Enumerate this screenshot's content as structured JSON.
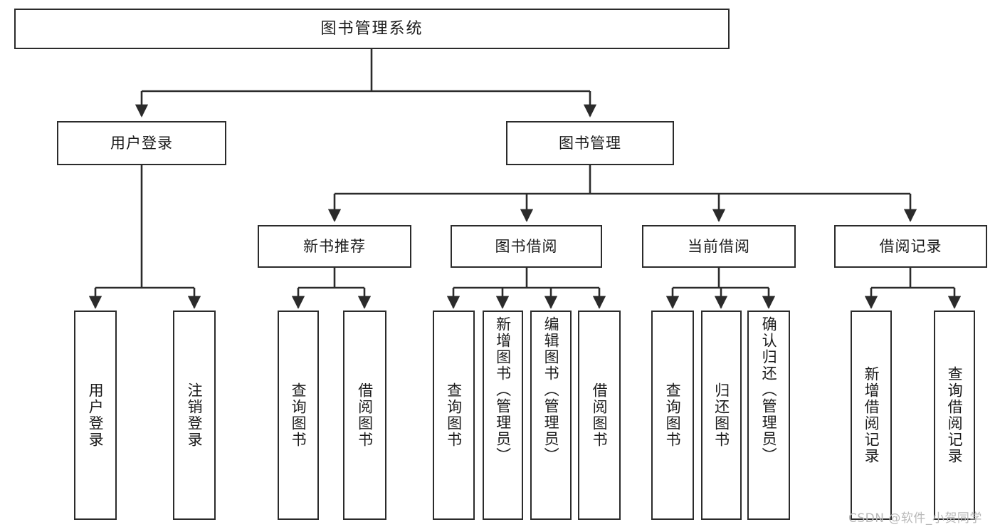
{
  "diagram": {
    "type": "tree",
    "title": "图书管理系统",
    "colors": {
      "box_border": "#2b2b2b",
      "box_fill": "#ffffff",
      "connector": "#2b2b2b",
      "watermark": "#b9b9b9",
      "background": "#ffffff"
    },
    "root": {
      "label": "图书管理系统"
    },
    "level1": [
      {
        "label": "用户登录"
      },
      {
        "label": "图书管理"
      }
    ],
    "level2": [
      {
        "label": "新书推荐"
      },
      {
        "label": "图书借阅"
      },
      {
        "label": "当前借阅"
      },
      {
        "label": "借阅记录"
      }
    ],
    "leaves": {
      "user_login": [
        {
          "label": "用户登录"
        },
        {
          "label": "注销登录"
        }
      ],
      "new_book_recommend": [
        {
          "label": "查询图书"
        },
        {
          "label": "借阅图书"
        }
      ],
      "book_borrow": [
        {
          "label": "查询图书"
        },
        {
          "label": "新增图书（管理员）"
        },
        {
          "label": "编辑图书（管理员）"
        },
        {
          "label": "借阅图书"
        }
      ],
      "current_borrow": [
        {
          "label": "查询图书"
        },
        {
          "label": "归还图书"
        },
        {
          "label": "确认归还（管理员）"
        }
      ],
      "borrow_record": [
        {
          "label": "新增借阅记录"
        },
        {
          "label": "查询借阅记录"
        }
      ]
    }
  },
  "watermark": {
    "text": "CSDN @软件_小贺同学"
  }
}
